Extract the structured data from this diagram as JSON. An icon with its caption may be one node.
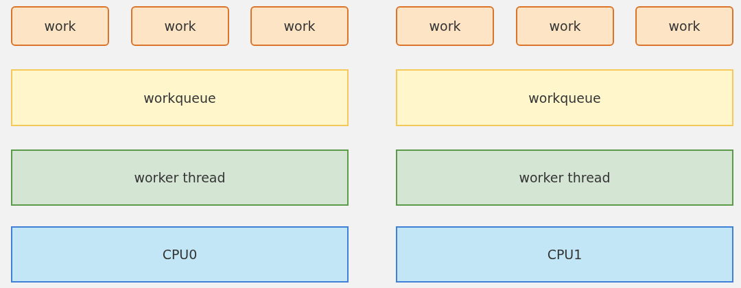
{
  "diagram": {
    "nodes": [
      {
        "text": [
          "work"
        ]
      },
      {
        "text": [
          "work"
        ]
      },
      {
        "text": [
          "work"
        ]
      },
      {
        "text": [
          "work"
        ]
      },
      {
        "text": [
          "work"
        ]
      },
      {
        "text": [
          "work"
        ]
      },
      {
        "text": [
          "workqueue"
        ]
      },
      {
        "text": [
          "workqueue"
        ]
      },
      {
        "text": [
          "worker thread"
        ]
      },
      {
        "text": [
          "worker thread"
        ]
      },
      {
        "text": [
          "CPU0"
        ]
      },
      {
        "text": [
          "CPU1"
        ]
      }
    ]
  }
}
